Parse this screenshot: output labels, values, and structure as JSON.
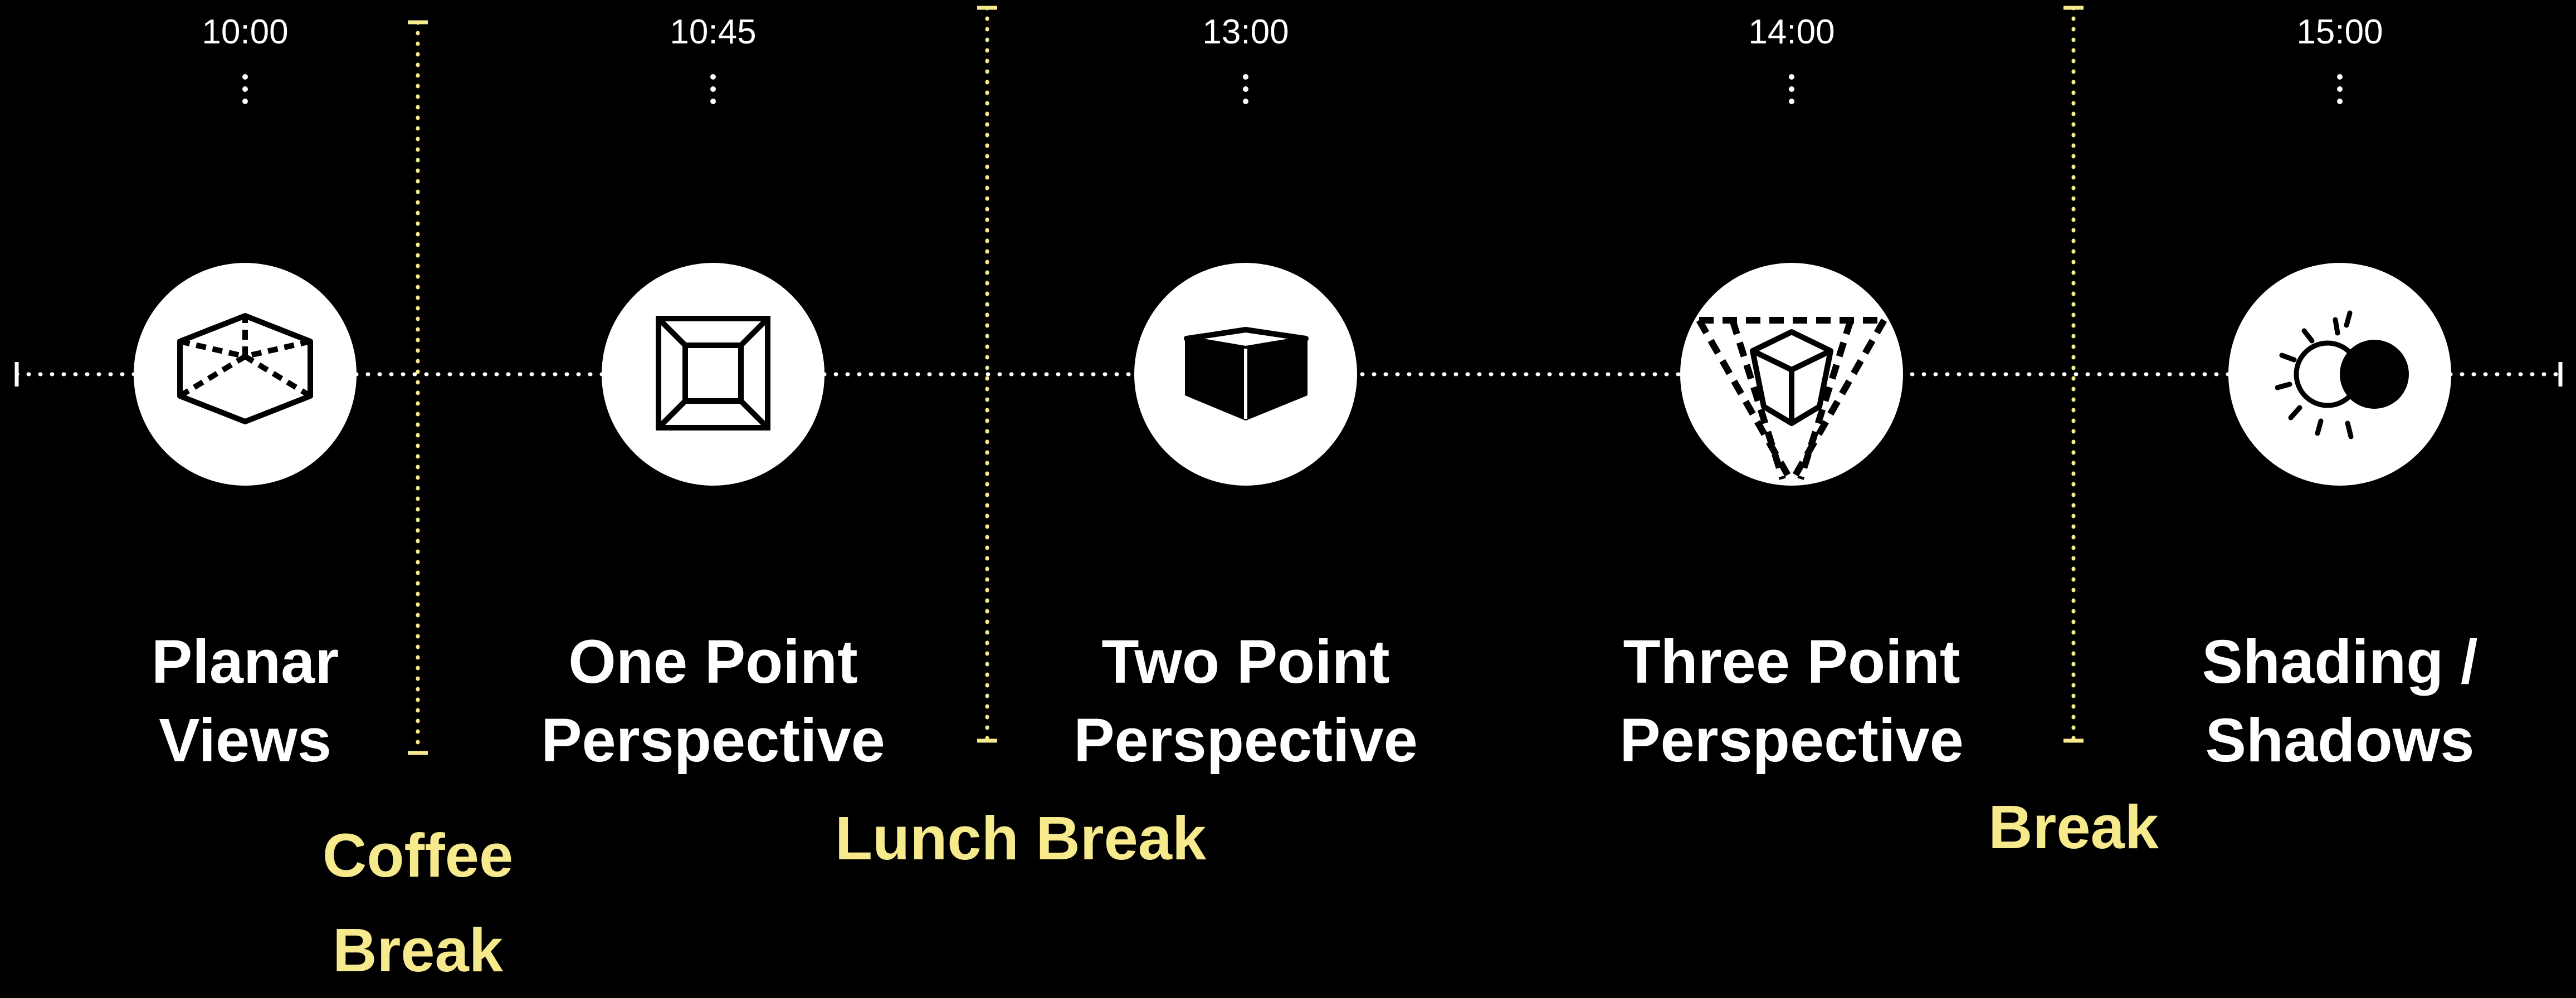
{
  "colors": {
    "background": "#000000",
    "foreground": "#ffffff",
    "break_accent": "#f6ea8c"
  },
  "sessions": [
    {
      "time": "10:00",
      "title_line1": "Planar",
      "title_line2": "Views",
      "icon": "isometric-box-icon"
    },
    {
      "time": "10:45",
      "title_line1": "One Point",
      "title_line2": "Perspective",
      "icon": "one-point-frame-icon"
    },
    {
      "time": "13:00",
      "title_line1": "Two Point",
      "title_line2": "Perspective",
      "icon": "two-point-cube-icon"
    },
    {
      "time": "14:00",
      "title_line1": "Three Point",
      "title_line2": "Perspective",
      "icon": "three-point-cube-icon"
    },
    {
      "time": "15:00",
      "title_line1": "Shading /",
      "title_line2": "Shadows",
      "icon": "sun-shadow-icon"
    }
  ],
  "breaks": [
    {
      "line1": "Coffee",
      "line2": "Break"
    },
    {
      "line1": "Lunch Break"
    },
    {
      "line1": "Break"
    }
  ]
}
